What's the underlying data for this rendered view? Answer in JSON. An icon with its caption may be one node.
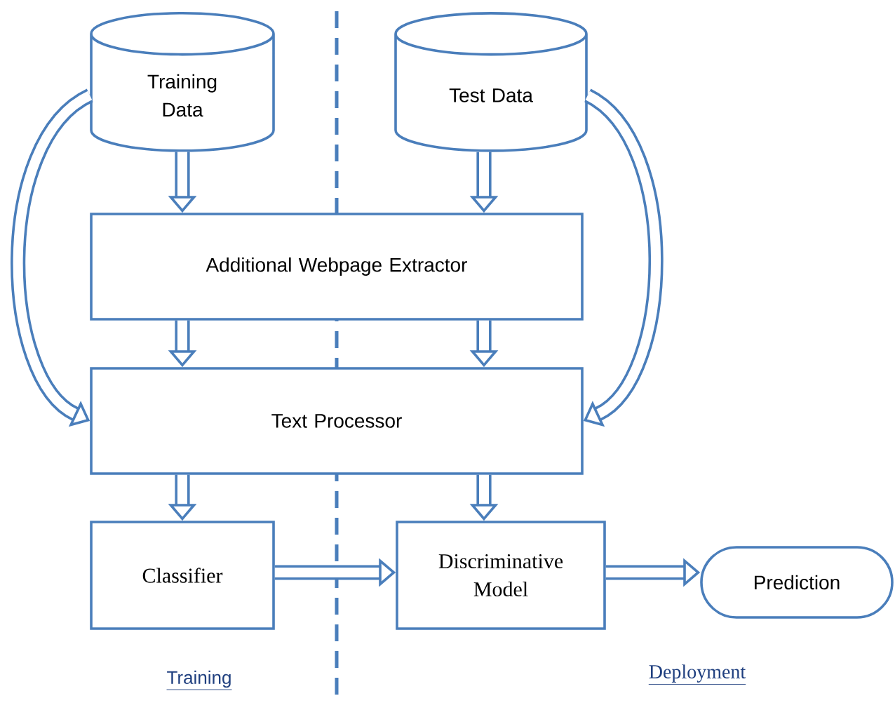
{
  "diagram": {
    "nodes": [
      {
        "text": [
          "Training Data"
        ]
      },
      {
        "text": [
          "Test Data"
        ]
      },
      {
        "text": [
          "Additional Webpage Extractor"
        ]
      },
      {
        "text": [
          "Text Processor"
        ]
      },
      {
        "text": [
          "Classifier"
        ]
      },
      {
        "text": [
          "Discriminative Model"
        ]
      },
      {
        "text": [
          "Prediction"
        ]
      }
    ],
    "edges": [
      {
        "from": 0,
        "to": 2,
        "arrow": "to"
      },
      {
        "from": 1,
        "to": 2,
        "arrow": "to"
      },
      {
        "from": 2,
        "to": 3,
        "arrow": "to"
      },
      {
        "from": 2,
        "to": 3,
        "arrow": "to"
      },
      {
        "from": 3,
        "to": 4,
        "arrow": "to"
      },
      {
        "from": 3,
        "to": 5,
        "arrow": "to"
      },
      {
        "from": 4,
        "to": 5,
        "arrow": "to"
      },
      {
        "from": 5,
        "to": 6,
        "arrow": "to"
      },
      {
        "from": 0,
        "to": 3,
        "arrow": "to"
      },
      {
        "from": 1,
        "to": 3,
        "arrow": "to"
      }
    ],
    "labels": [
      "Training",
      "Deployment"
    ]
  }
}
